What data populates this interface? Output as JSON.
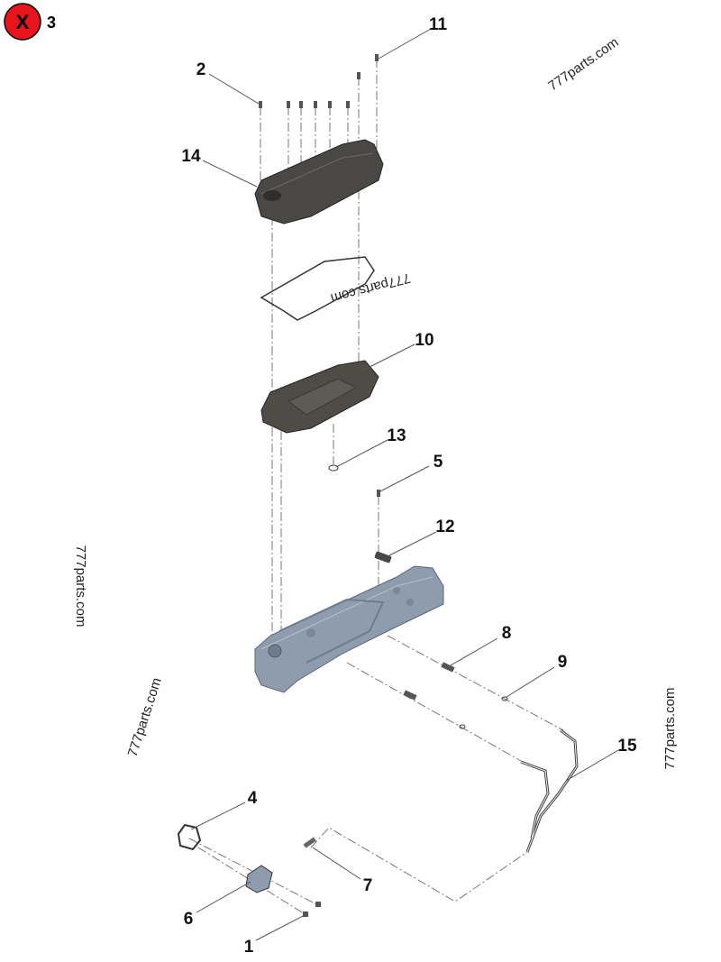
{
  "badge": {
    "symbol": "X",
    "number": "3",
    "color": "#e8141c"
  },
  "watermark": "777parts.com",
  "callouts": {
    "c1": "1",
    "c2": "2",
    "c4": "4",
    "c5": "5",
    "c6": "6",
    "c7": "7",
    "c8": "8",
    "c9": "9",
    "c10": "10",
    "c11": "11",
    "c12": "12",
    "c13": "13",
    "c14": "14",
    "c15": "15"
  },
  "colors": {
    "cover": "#4a4845",
    "housing": "#8e9cad",
    "line": "#555555"
  }
}
